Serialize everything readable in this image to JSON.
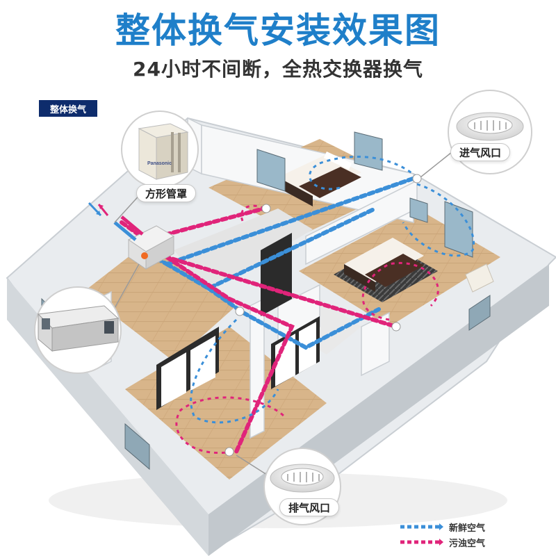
{
  "header": {
    "title": "整体换气安装效果图",
    "subtitle": "24小时不间断，全热交换器换气"
  },
  "badge": {
    "label": "整体换气"
  },
  "callouts": {
    "cover": "方形管罩",
    "supply_vent": "进气风口",
    "exhaust_vent": "排气风口"
  },
  "device": {
    "brand": "Panasonic"
  },
  "legend": [
    {
      "label": "新鲜空气",
      "color": "#3b8fd8"
    },
    {
      "label": "污浊空气",
      "color": "#e0247a"
    }
  ],
  "colors": {
    "title": "#1f7fc9",
    "fresh_air": "#3b8fd8",
    "stale_air": "#e0247a",
    "badge_bg": "#0e2c6c"
  }
}
